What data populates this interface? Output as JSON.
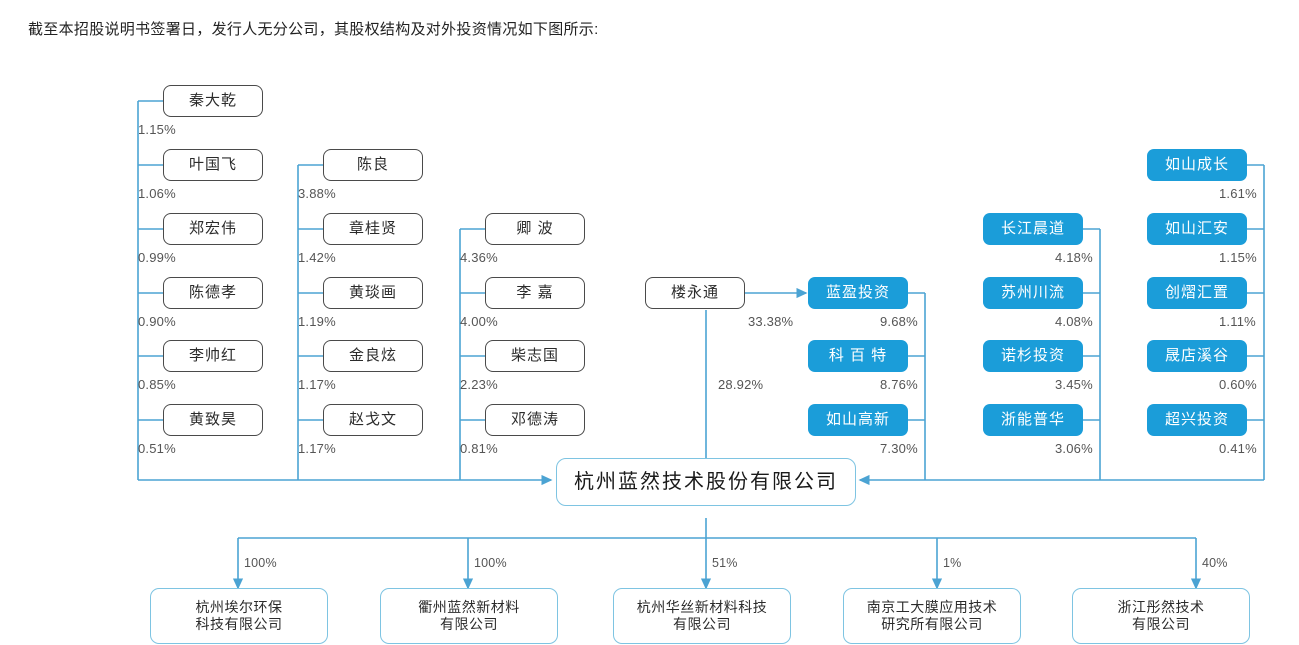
{
  "caption": "截至本招股说明书签署日，发行人无分公司，其股权结构及对外投资情况如下图所示:",
  "colors": {
    "institution_fill": "#1b9dd9",
    "wire": "#4ba3d3",
    "person_border": "#4a4a4a",
    "issuer_border": "#7ec4e2"
  },
  "issuer": {
    "name": "杭州蓝然技术股份有限公司"
  },
  "controller": {
    "name": "楼永通",
    "pct_to_issuer": "28.92%",
    "pct_to_lanying": "33.38%"
  },
  "columns": [
    {
      "id": "col1",
      "kind": "person",
      "items": [
        {
          "name": "秦大乾",
          "pct": "1.15%"
        },
        {
          "name": "叶国飞",
          "pct": "1.06%"
        },
        {
          "name": "郑宏伟",
          "pct": "0.99%"
        },
        {
          "name": "陈德孝",
          "pct": "0.90%"
        },
        {
          "name": "李帅红",
          "pct": "0.85%"
        },
        {
          "name": "黄致昊",
          "pct": "0.51%"
        }
      ]
    },
    {
      "id": "col2",
      "kind": "person",
      "items": [
        {
          "name": "陈良",
          "pct": "3.88%"
        },
        {
          "name": "章桂贤",
          "pct": "1.42%"
        },
        {
          "name": "黄琰画",
          "pct": "1.19%"
        },
        {
          "name": "金良炫",
          "pct": "1.17%"
        },
        {
          "name": "赵戈文",
          "pct": "1.17%"
        }
      ]
    },
    {
      "id": "col3",
      "kind": "person",
      "items": [
        {
          "name": "卿 波",
          "pct": "4.36%"
        },
        {
          "name": "李 嘉",
          "pct": "4.00%"
        },
        {
          "name": "柴志国",
          "pct": "2.23%"
        },
        {
          "name": "邓德涛",
          "pct": "0.81%"
        }
      ]
    },
    {
      "id": "col4",
      "kind": "inst",
      "items": [
        {
          "name": "蓝盈投资",
          "pct": "9.68%"
        },
        {
          "name": "科 百 特",
          "pct": "8.76%"
        },
        {
          "name": "如山高新",
          "pct": "7.30%"
        }
      ]
    },
    {
      "id": "col5",
      "kind": "inst",
      "items": [
        {
          "name": "长江晨道",
          "pct": "4.18%"
        },
        {
          "name": "苏州川流",
          "pct": "4.08%"
        },
        {
          "name": "诺杉投资",
          "pct": "3.45%"
        },
        {
          "name": "浙能普华",
          "pct": "3.06%"
        }
      ]
    },
    {
      "id": "col6",
      "kind": "inst",
      "items": [
        {
          "name": "如山成长",
          "pct": "1.61%"
        },
        {
          "name": "如山汇安",
          "pct": "1.15%"
        },
        {
          "name": "创熠汇置",
          "pct": "1.11%"
        },
        {
          "name": "晟店溪谷",
          "pct": "0.60%"
        },
        {
          "name": "超兴投资",
          "pct": "0.41%"
        }
      ]
    }
  ],
  "subsidiaries": [
    {
      "name": "杭州埃尔环保\n科技有限公司",
      "pct": "100%"
    },
    {
      "name": "衢州蓝然新材料\n有限公司",
      "pct": "100%"
    },
    {
      "name": "杭州华丝新材料科技\n有限公司",
      "pct": "51%"
    },
    {
      "name": "南京工大膜应用技术\n研究所有限公司",
      "pct": "1%"
    },
    {
      "name": "浙江彤然技术\n有限公司",
      "pct": "40%"
    }
  ]
}
